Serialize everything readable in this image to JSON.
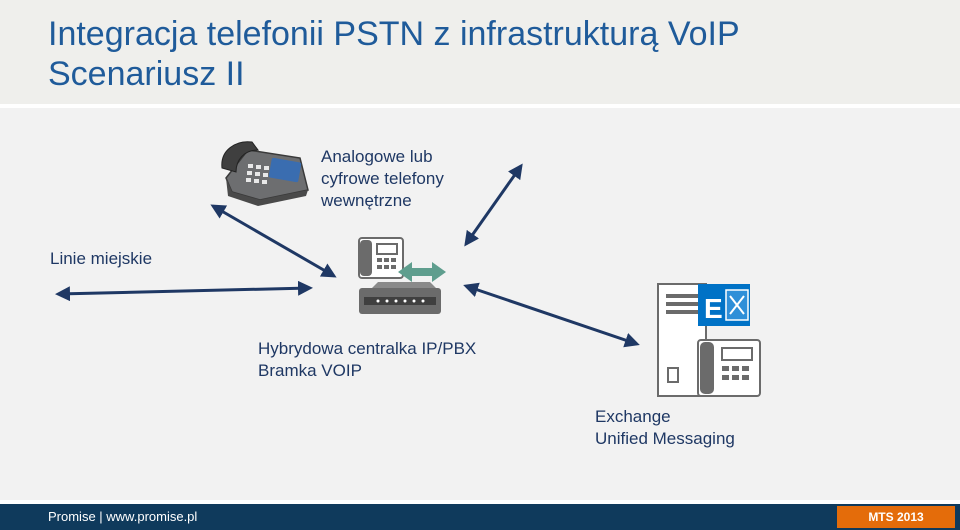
{
  "header": {
    "title_line1": "Integracja telefonii PSTN z infrastrukturą VoIP",
    "title_line2": "Scenariusz II"
  },
  "diagram": {
    "phones_label_line1": "Analogowe lub",
    "phones_label_line2": "cyfrowe telefony",
    "phones_label_line3": "wewnętrzne",
    "lines_label": "Linie miejskie",
    "pbx_label_line1": "Hybrydowa centralka IP/PBX",
    "pbx_label_line2": "Bramka VOIP",
    "exchange_label_line1": "Exchange",
    "exchange_label_line2": "Unified Messaging",
    "exchange_logo_letter": "E"
  },
  "footer": {
    "left_text": "Promise | www.promise.pl",
    "badge_text": "MTS 2013"
  },
  "colors": {
    "title": "#1f5b9a",
    "label": "#1f3864",
    "arrow": "#1f3864",
    "footer_bg": "#0f3a5c",
    "badge_bg": "#e46c0a",
    "exchange_blue": "#0072c6"
  },
  "icons": [
    "desk-phone-icon",
    "ip-pbx-icon",
    "exchange-server-icon"
  ]
}
